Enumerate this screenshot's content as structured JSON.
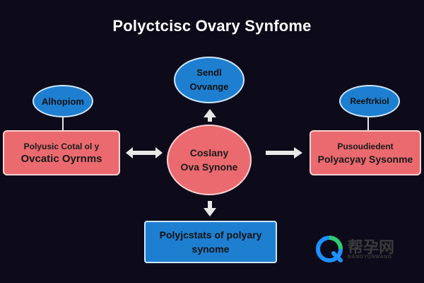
{
  "title": "Polyctcisc Ovary Synfome",
  "nodes": {
    "top": {
      "line1": "Sendl",
      "line2": "Ovvange"
    },
    "left_top": {
      "label": "Alhopiom"
    },
    "right_top": {
      "label": "Reeftrkiol"
    },
    "left_box": {
      "line1": "Polyusic Cotal ol y",
      "line2": "Ovcatic Oyrnms"
    },
    "center": {
      "line1": "Coslany",
      "line2": "Ova Synone"
    },
    "right_box": {
      "line1": "Pusoudiedent",
      "line2": "Polyacyay Sysonme"
    },
    "bottom_box": {
      "line1": "Polyjcstats of polyary",
      "line2": "synome"
    }
  },
  "watermark": {
    "text": "帮孕网",
    "sub": "BANGYUNWANG"
  },
  "colors": {
    "background": "#0d0b1a",
    "red_node": "#ea6a6f",
    "blue_node": "#1e7fd0",
    "arrow": "#e8e8e8"
  }
}
